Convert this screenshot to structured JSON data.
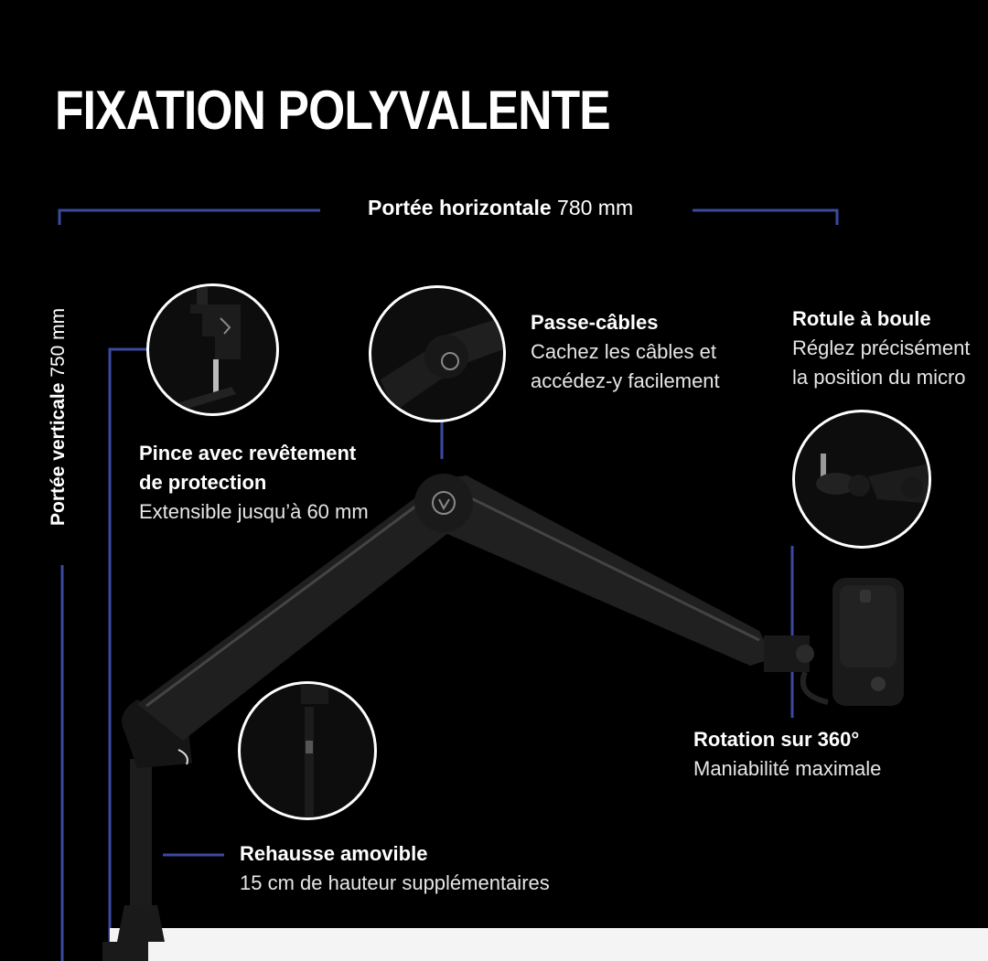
{
  "title": "FIXATION POLYVALENTE",
  "horizontal_reach": {
    "label": "Portée horizontale",
    "value": "780 mm"
  },
  "vertical_reach": {
    "label": "Portée verticale",
    "value": "750 mm"
  },
  "features": {
    "clamp": {
      "title_line1": "Pince avec revêtement",
      "title_line2": "de protection",
      "desc": "Extensible jusqu’à 60 mm"
    },
    "cable": {
      "title": "Passe-câbles",
      "desc_line1": "Cachez les câbles et",
      "desc_line2": "accédez-y facilement"
    },
    "ball_joint": {
      "title": "Rotule à boule",
      "desc_line1": "Réglez précisément",
      "desc_line2": "la position du micro"
    },
    "rotation": {
      "title": "Rotation sur 360°",
      "desc": "Maniabilité maximale"
    },
    "riser": {
      "title": "Rehausse amovible",
      "desc": "15 cm de hauteur supplémentaires"
    }
  },
  "colors": {
    "background": "#000000",
    "accent_line": "#3a4aa0",
    "text": "#ffffff"
  },
  "icons": [
    "elgato-logo-icon"
  ]
}
